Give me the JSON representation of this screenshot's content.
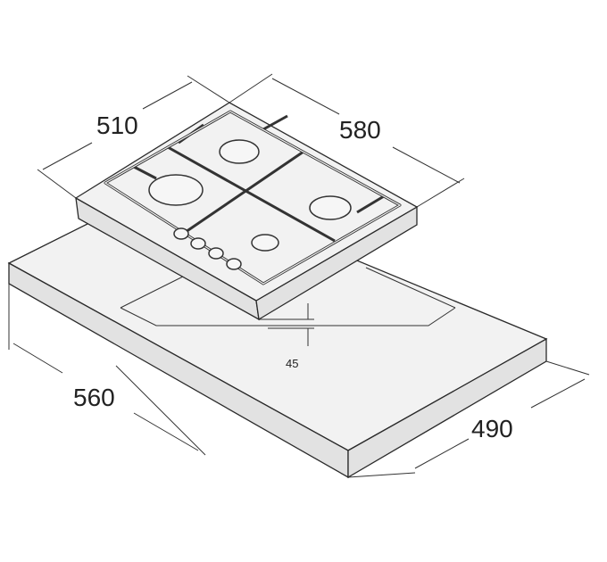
{
  "dimensions": {
    "hob_depth": "510",
    "hob_width": "580",
    "cutout_width": "560",
    "cutout_depth": "490",
    "hob_height": "45"
  }
}
